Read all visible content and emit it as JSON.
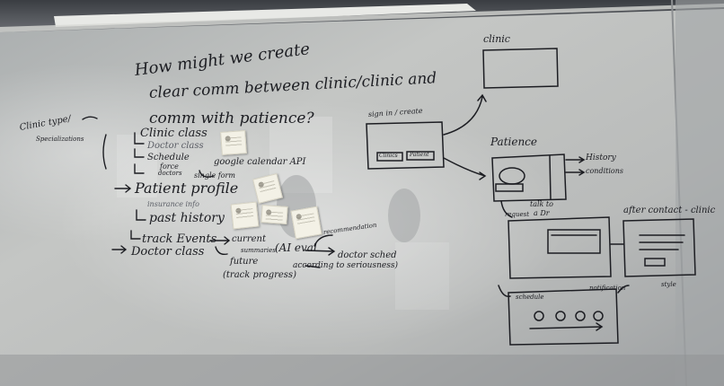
{
  "question": {
    "line1": "How might we create",
    "line2": "clear comm between clinic/clinic and",
    "line3": "comm with patience?"
  },
  "left_notes": {
    "clinic_type": "Clinic type/",
    "specializations": "Specializations"
  },
  "outline": {
    "clinic_class": "Clinic class",
    "doctor_class_sub": "Doctor class",
    "schedule": "Schedule",
    "force": "force",
    "doctors": "doctors",
    "google_calendar_api": "google calendar API",
    "single_form": "single form",
    "patient_profile": "Patient profile",
    "insurance_info": "insurance info",
    "past_history": "past history",
    "track_events": "track Events",
    "current": "current",
    "summaries": "summaries",
    "future": "future",
    "track_progress": "(track progress)",
    "doctor_class": "Doctor class",
    "ai_eval": "(AI eval",
    "recommendation": "recommendation",
    "doctor_sched_1": "doctor sched",
    "doctor_sched_2": "according to seriousness)"
  },
  "wireframes": {
    "clinic_label": "clinic",
    "sign_in": "sign in / create",
    "clinic_button": "Clinics",
    "patient_button": "Patient",
    "patience_label": "Patience",
    "history": "History",
    "conditions": "conditions",
    "talk_to_dr_1": "talk to",
    "talk_to_dr_2": "a Dr",
    "request": "request",
    "after_contact": "after contact - clinic",
    "notifications": "notification",
    "schedule": "schedule",
    "style": "style"
  }
}
